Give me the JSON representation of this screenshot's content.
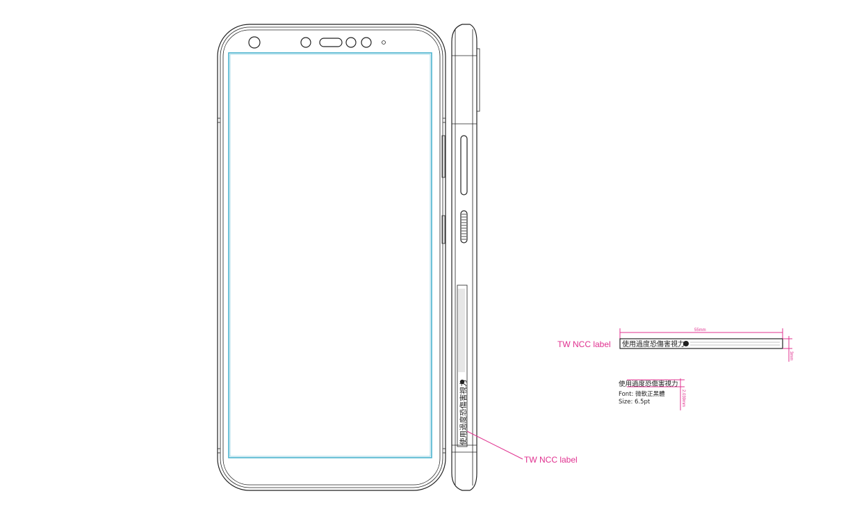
{
  "callouts": {
    "side_label": "TW NCC label",
    "detail_label": "TW NCC label"
  },
  "label": {
    "warning_text": "使用過度恐傷害視力",
    "width_dim": "55mm",
    "height_dim": "3mm"
  },
  "font_spec": {
    "sample": "使用過度恐傷害視力",
    "font_line": "Font: 微軟正黑體",
    "size_line": "Size: 6.5pt",
    "char_height_dim": "2.039mm"
  },
  "colors": {
    "screen_outline": "#4ab3cf",
    "annotation": "#e0308f",
    "line_art": "#222222"
  }
}
